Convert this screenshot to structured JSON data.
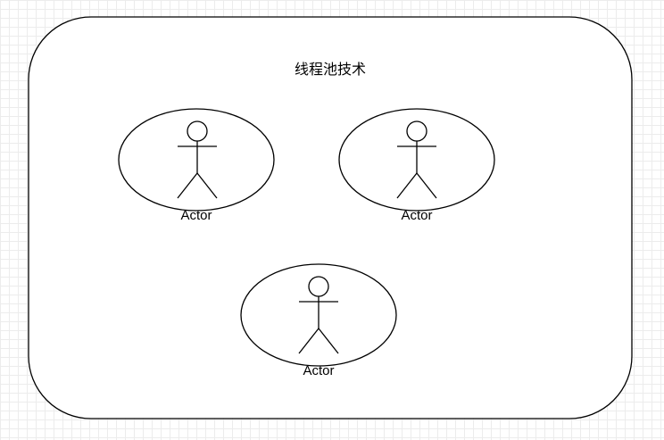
{
  "diagram": {
    "title": "线程池技术",
    "actors": [
      {
        "label": "Actor"
      },
      {
        "label": "Actor"
      },
      {
        "label": "Actor"
      }
    ]
  },
  "colors": {
    "stroke": "#000000",
    "fill": "#ffffff",
    "grid": "#ececec"
  }
}
